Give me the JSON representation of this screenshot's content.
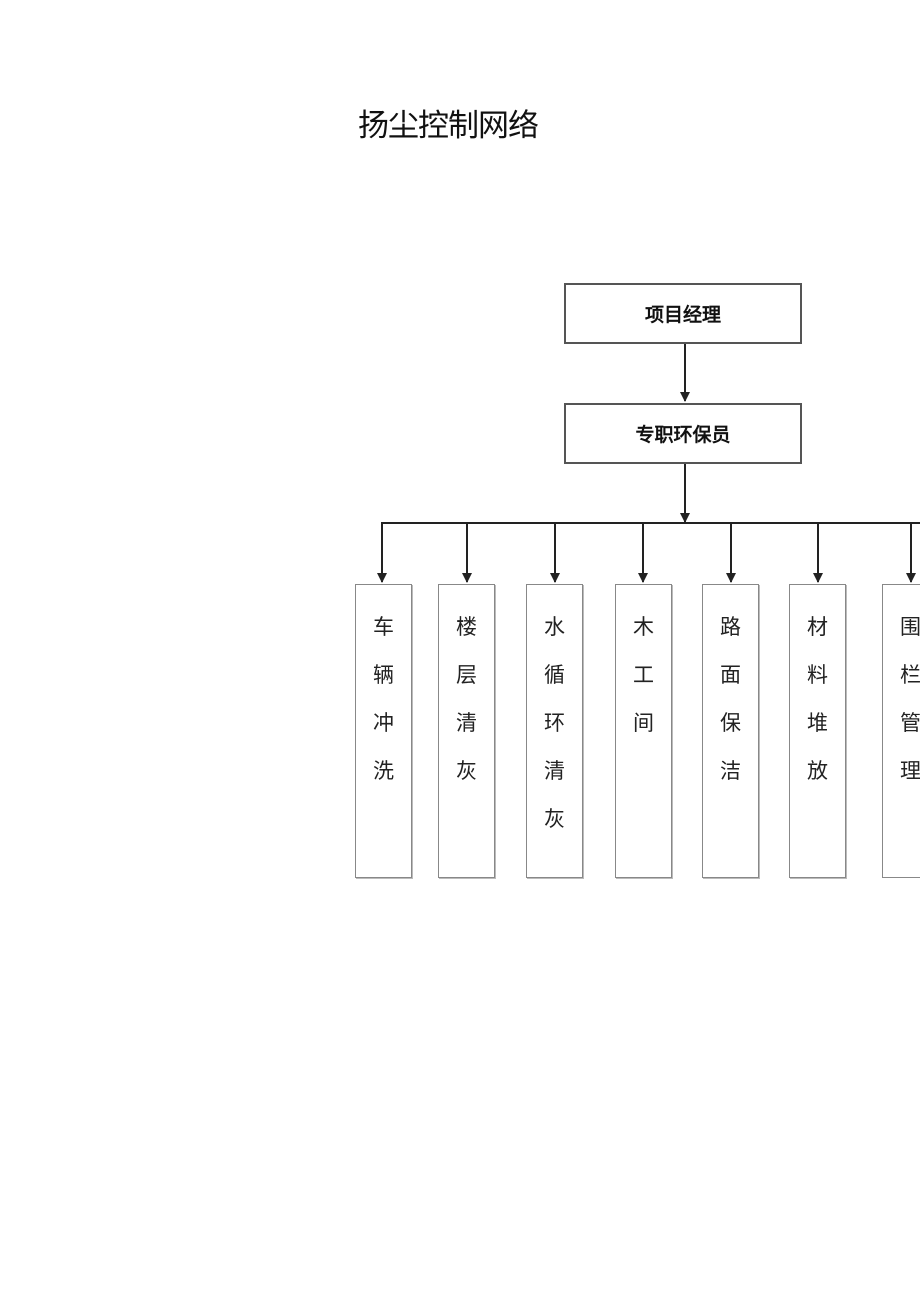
{
  "title": "扬尘控制网络",
  "manager": "项目经理",
  "officer": "专职环保员",
  "tasks": [
    "车辆冲洗",
    "楼层清灰",
    "水循环清灰",
    "木工间",
    "路面保洁",
    "材料堆放",
    "围栏管理"
  ]
}
